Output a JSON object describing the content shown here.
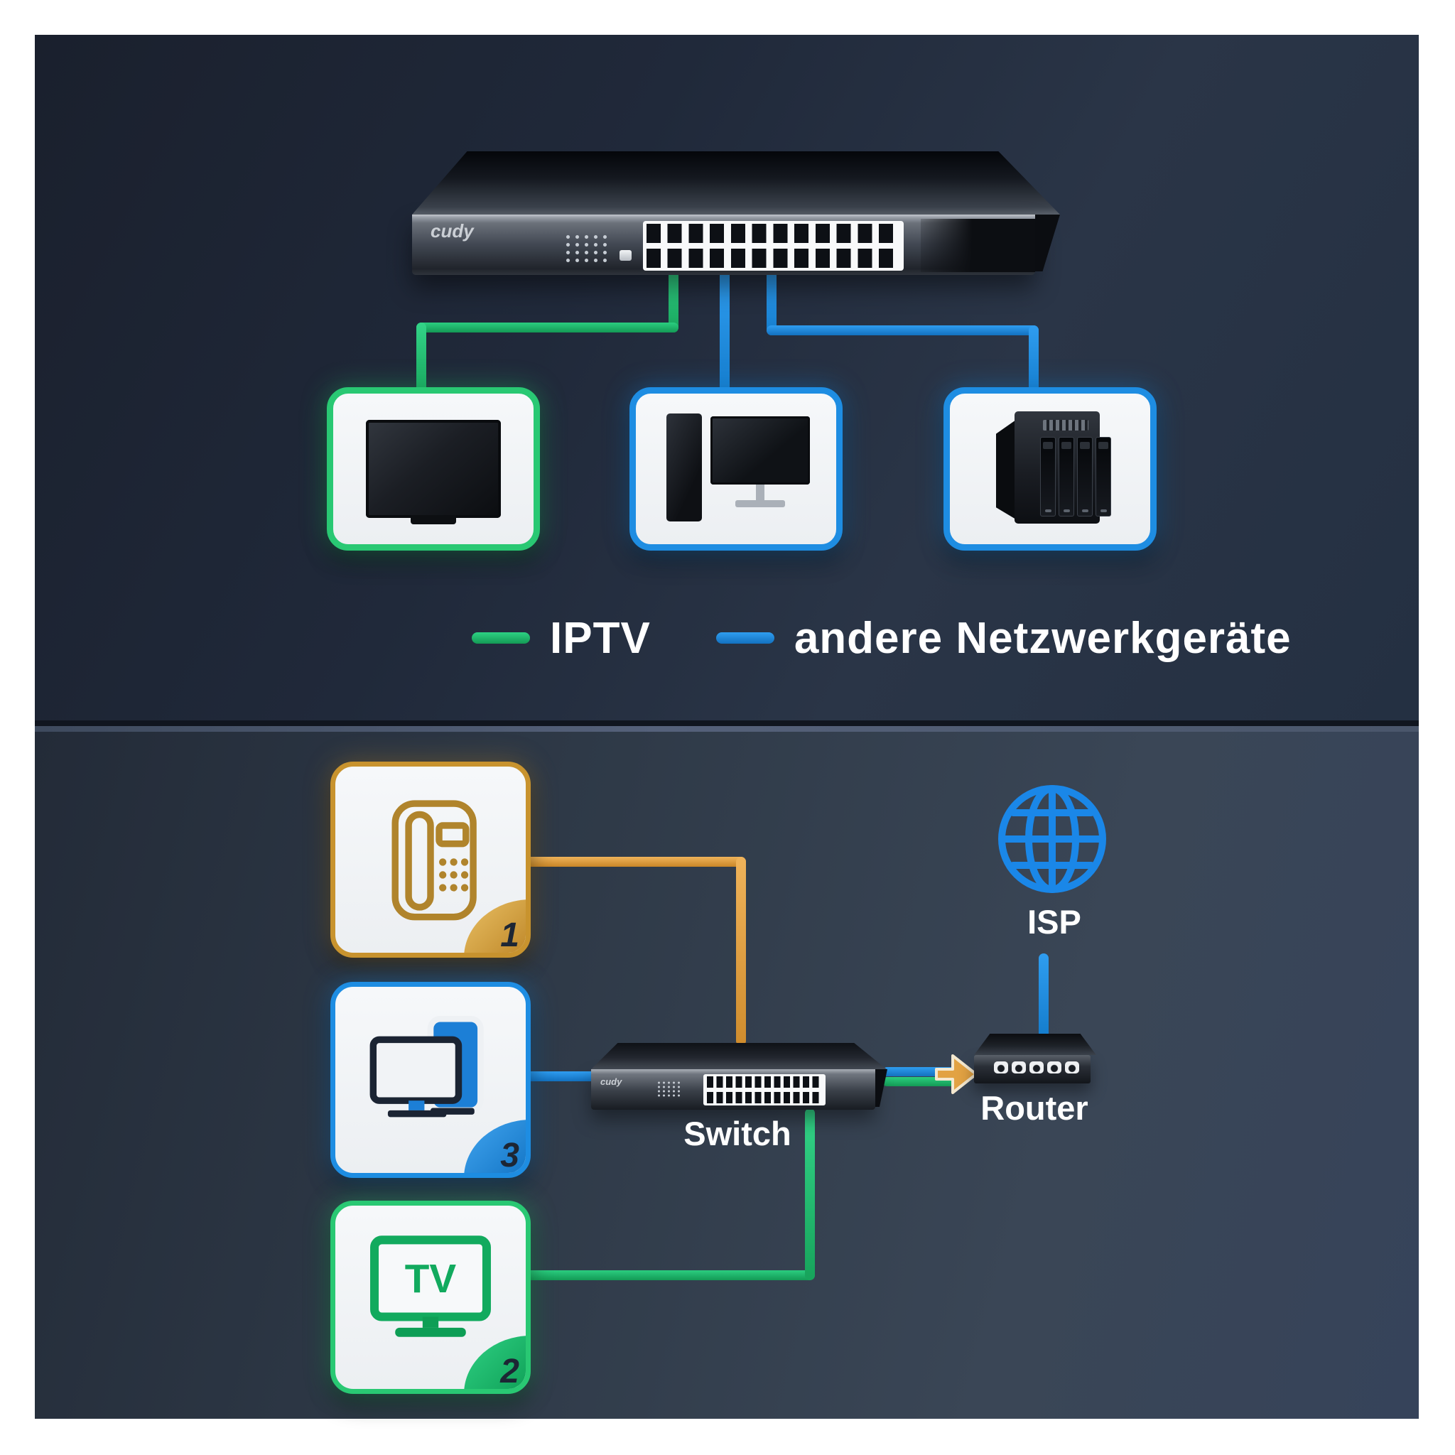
{
  "brand": "cudy",
  "colors": {
    "iptv_green": "#1fc06e",
    "network_blue": "#1e8de2",
    "phone_orange": "#df9c3c",
    "badge_gold": "#c8932e",
    "panel_dark": "#222b3a",
    "card_bg": "#f2f4f6",
    "label_white": "#ffffff"
  },
  "legend": {
    "items": [
      {
        "label": "IPTV",
        "color": "#1fc06e"
      },
      {
        "label": "andere Netzwerkgeräte",
        "color": "#1e8de2"
      }
    ]
  },
  "top": {
    "switch_brand": "cudy",
    "switch_ports": 24,
    "devices": [
      {
        "name": "iptv-tv",
        "cable": "iptv_green"
      },
      {
        "name": "desktop-computer",
        "cable": "network_blue"
      },
      {
        "name": "nas-storage",
        "cable": "network_blue"
      }
    ]
  },
  "bottom": {
    "devices": [
      {
        "name": "voip-phone",
        "badge": "1",
        "cable": "phone_orange"
      },
      {
        "name": "computer-and-tablet",
        "badge": "3",
        "cable": "network_blue"
      },
      {
        "name": "iptv-tv",
        "badge": "2",
        "cable": "iptv_green",
        "screen_text": "TV"
      }
    ],
    "switch": {
      "label": "Switch",
      "brand": "cudy"
    },
    "router": {
      "label": "Router"
    },
    "isp": {
      "label": "ISP"
    }
  },
  "icons": {
    "globe-icon": "wireframe globe (ISP internet)",
    "arrow-right-icon": "orange uplink arrow into router",
    "phone-icon": "gold desk telephone outline",
    "computer-icon": "blue monitor with tablet",
    "tv-icon": "green TV with stand"
  }
}
